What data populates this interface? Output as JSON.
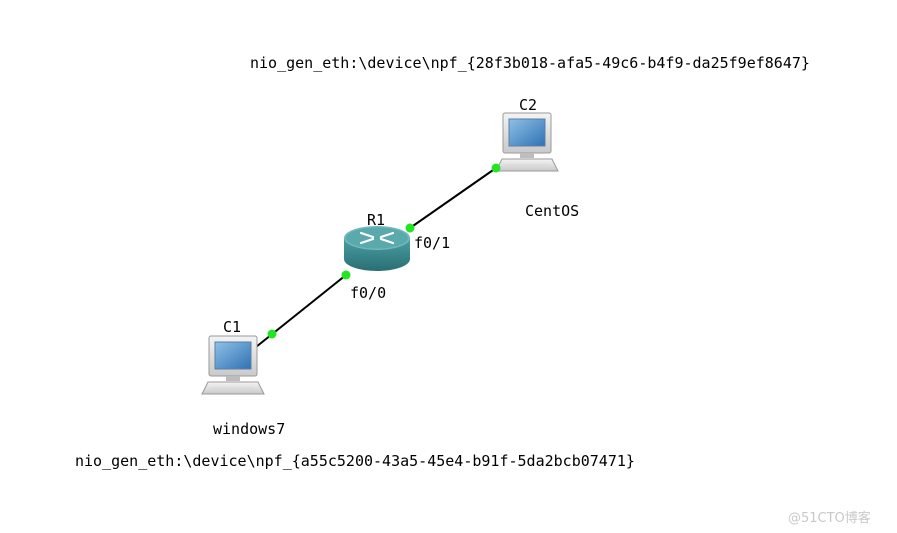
{
  "nodes": {
    "c2": {
      "name": "C2",
      "desc": "CentOS",
      "nio": "nio_gen_eth:\\device\\npf_{28f3b018-afa5-49c6-b4f9-da25f9ef8647}"
    },
    "r1": {
      "name": "R1",
      "iface_up": "f0/1",
      "iface_down": "f0/0"
    },
    "c1": {
      "name": "C1",
      "desc": "windows7",
      "nio": "nio_gen_eth:\\device\\npf_{a55c5200-43a5-45e4-b91f-5da2bcb07471}"
    }
  },
  "colors": {
    "link": "#000000",
    "port": "#22e622",
    "router": "#3d8f93"
  },
  "watermark": "@51CTO博客"
}
